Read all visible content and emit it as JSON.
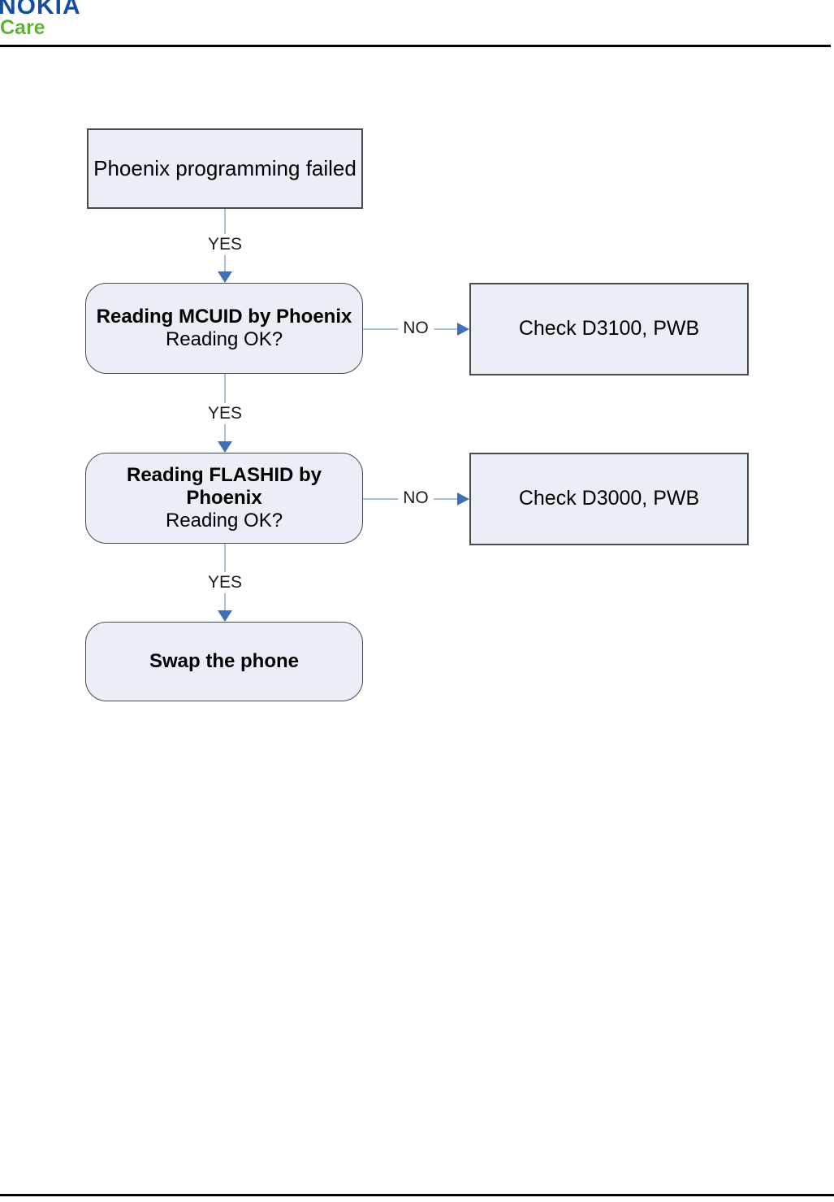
{
  "header": {
    "brand": "NOKIA",
    "sub_brand": "Care"
  },
  "flowchart": {
    "nodes": [
      {
        "text": "Phoenix programming failed"
      },
      {
        "title": "Reading MCUID by Phoenix",
        "subtitle": "Reading OK?"
      },
      {
        "text": "Check D3100, PWB"
      },
      {
        "title": "Reading FLASHID by Phoenix",
        "subtitle": "Reading OK?"
      },
      {
        "text": "Check D3000, PWB"
      },
      {
        "text": "Swap the phone"
      }
    ],
    "labels": {
      "yes": "YES",
      "no": "NO"
    }
  },
  "colors": {
    "nokia-blue": "#164e9e",
    "care-green": "#5fb332",
    "node-fill": "#e9eef7",
    "node-border": "#4a4a4a",
    "connector-line": "#a5bfdd",
    "arrowhead": "#3f6fb4",
    "rule-black": "#000000"
  }
}
